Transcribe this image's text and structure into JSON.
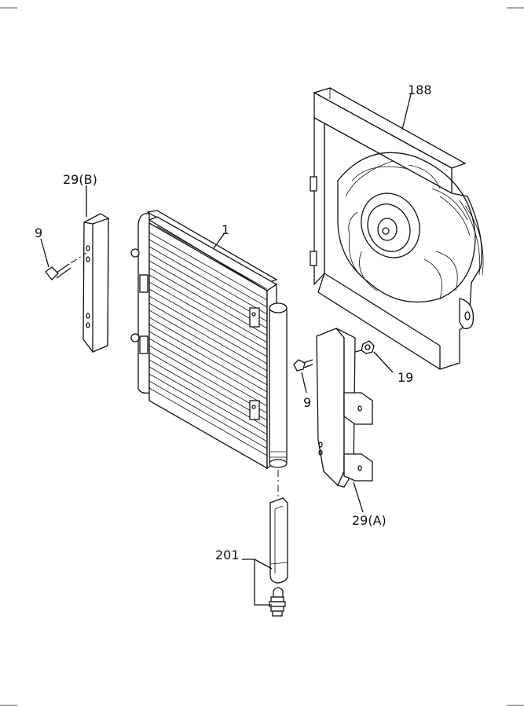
{
  "callouts": {
    "fan_shroud": "188",
    "bracket_b": "29(B)",
    "bolt_left": "9",
    "condenser": "1",
    "nut": "19",
    "bolt_right": "9",
    "bracket_a": "29(A)",
    "receiver_drier": "201"
  }
}
